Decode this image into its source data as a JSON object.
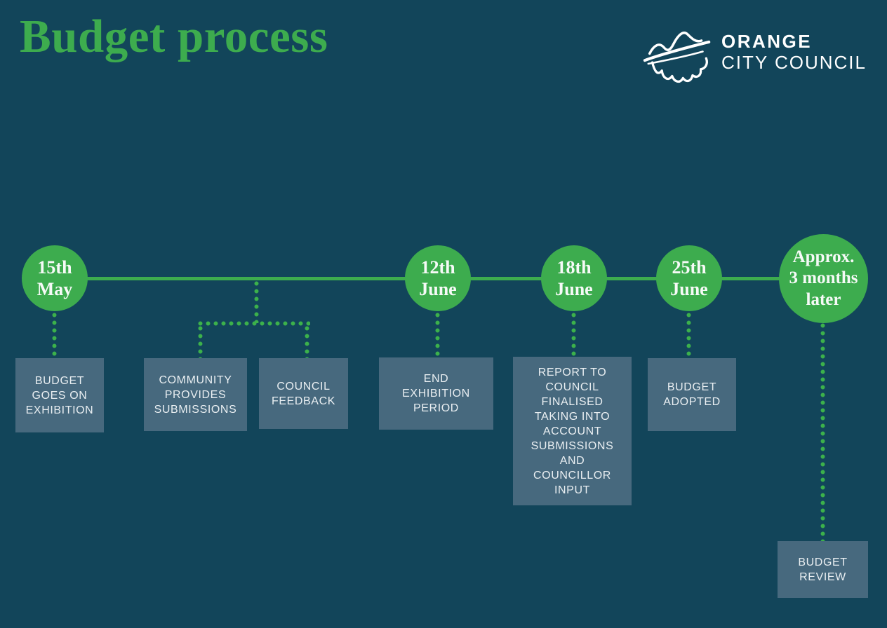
{
  "page": {
    "title": "Budget process"
  },
  "logo": {
    "icon": "orange-leaf-sketch-icon",
    "name_top": "ORANGE",
    "name_bottom": "CITY COUNCIL"
  },
  "colors": {
    "background": "#12455a",
    "green": "#3dac4e",
    "dot_green": "#3cb14b",
    "box": "#47697e",
    "text_light": "#eaeff2"
  },
  "timeline": {
    "milestones": [
      {
        "label": "15th\nMay"
      },
      {
        "label": "12th\nJune"
      },
      {
        "label": "18th\nJune"
      },
      {
        "label": "25th\nJune"
      },
      {
        "label": "Approx.\n3 months\nlater"
      }
    ],
    "steps": [
      {
        "label": "BUDGET\nGOES ON\nEXHIBITION"
      },
      {
        "label": "COMMUNITY\nPROVIDES\nSUBMISSIONS"
      },
      {
        "label": "COUNCIL\nFEEDBACK"
      },
      {
        "label": "END\nEXHIBITION\nPERIOD"
      },
      {
        "label": "REPORT TO\nCOUNCIL\nFINALISED\nTAKING INTO\nACCOUNT\nSUBMISSIONS\nAND\nCOUNCILLOR\nINPUT"
      },
      {
        "label": "BUDGET\nADOPTED"
      },
      {
        "label": "BUDGET\nREVIEW"
      }
    ]
  }
}
